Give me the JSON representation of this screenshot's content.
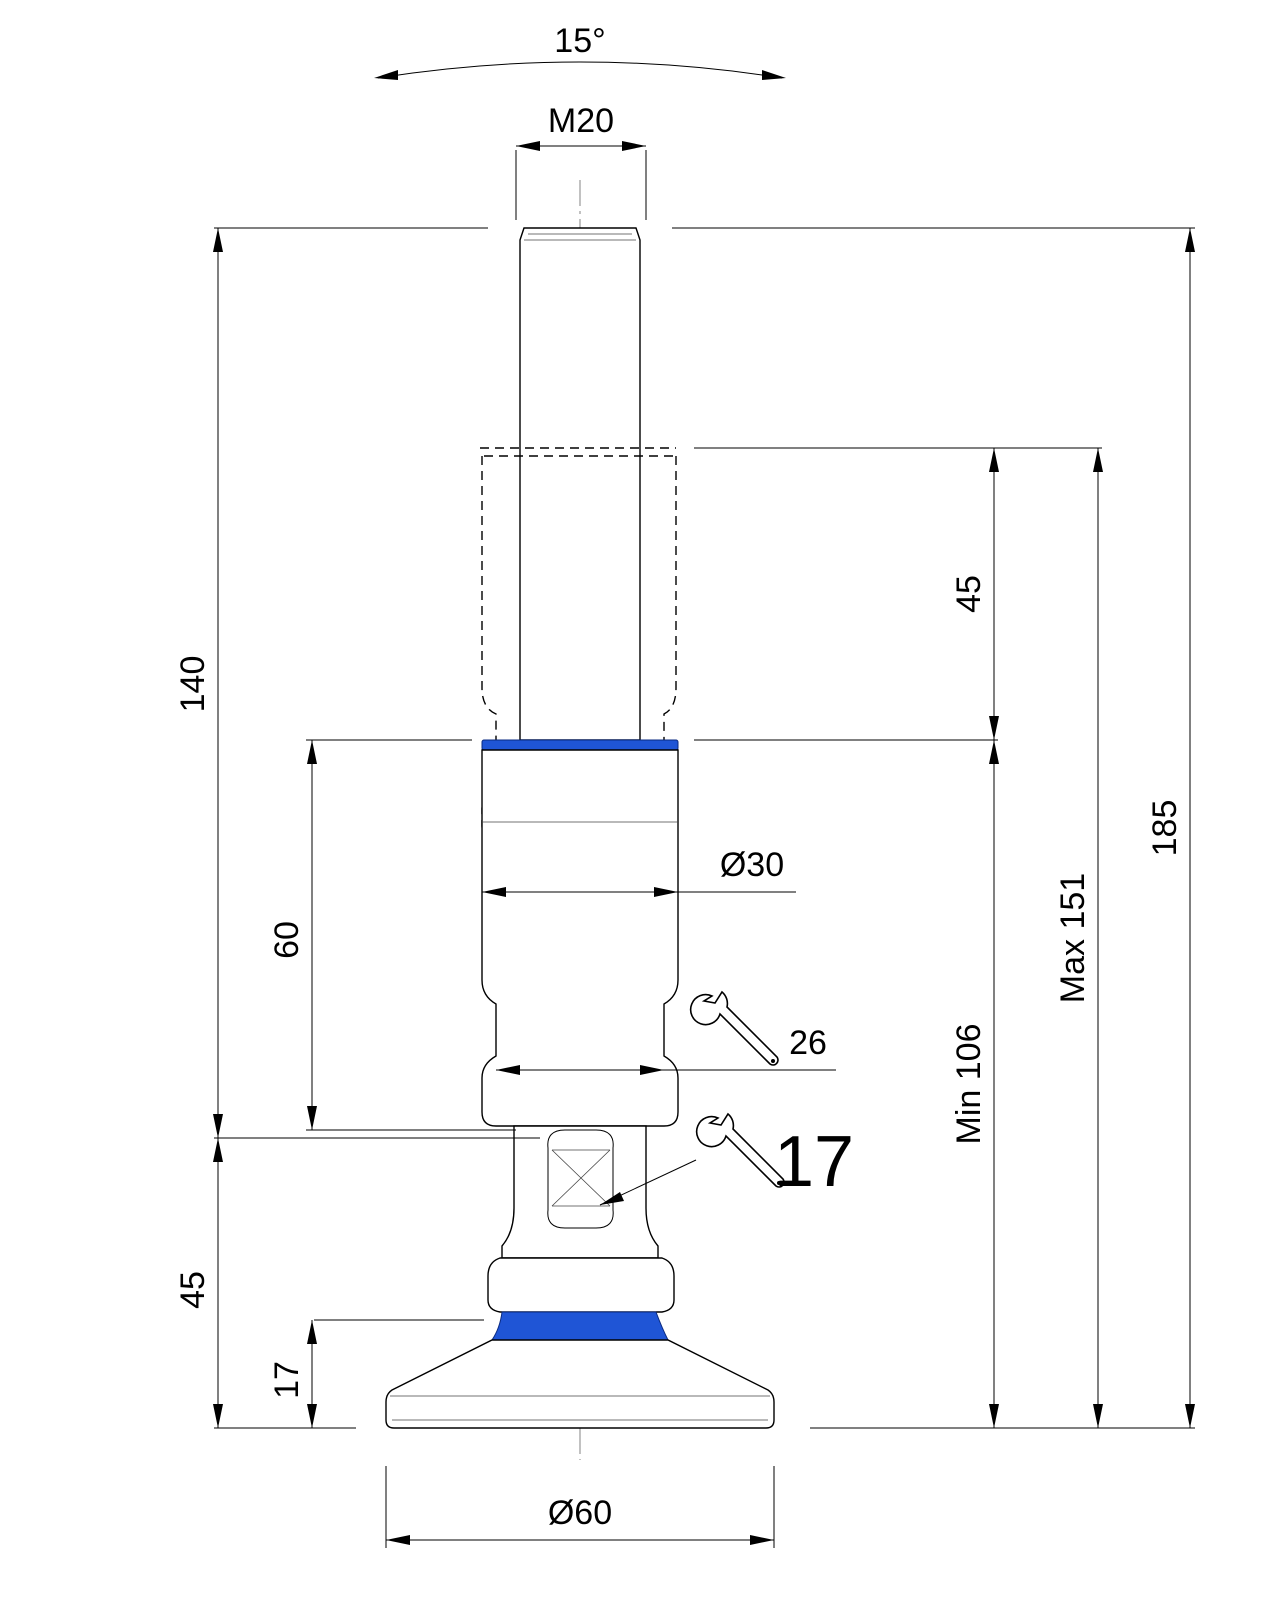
{
  "drawing": {
    "dimensions": {
      "angle": "15°",
      "thread": "M20",
      "total_height": "185",
      "stud_height": "140",
      "stroke": "45",
      "max_height": "Max 151",
      "min_height": "Min 106",
      "body_height": "60",
      "body_diameter": "Ø30",
      "wrench_body": "26",
      "wrench_hex": "17",
      "foot_height": "45",
      "base_height": "17",
      "base_diameter": "Ø60"
    },
    "icons": {
      "wrench_body": "wrench-icon",
      "wrench_hex": "wrench-icon"
    },
    "colors": {
      "seal": "#1f55d6",
      "line": "#000000",
      "background": "#ffffff"
    }
  }
}
